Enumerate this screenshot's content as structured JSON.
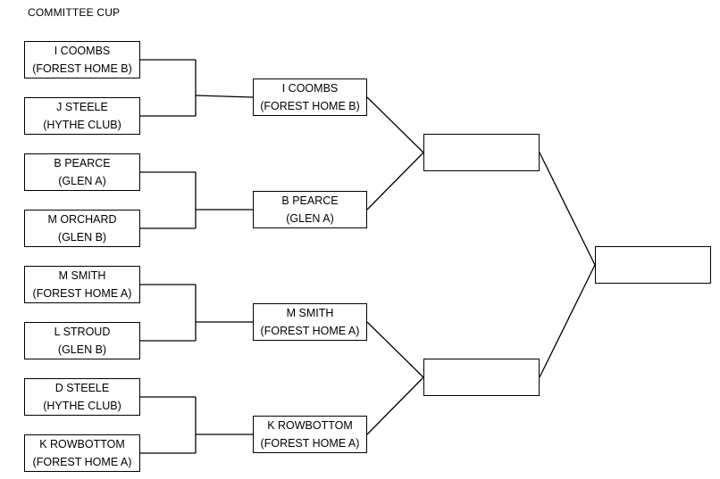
{
  "title": "COMMITTEE CUP",
  "round1": [
    {
      "name": "I COOMBS",
      "club": "(FOREST HOME B)"
    },
    {
      "name": "J STEELE",
      "club": "(HYTHE CLUB)"
    },
    {
      "name": "B PEARCE",
      "club": "(GLEN A)"
    },
    {
      "name": "M ORCHARD",
      "club": "(GLEN B)"
    },
    {
      "name": "M SMITH",
      "club": "(FOREST HOME A)"
    },
    {
      "name": "L STROUD",
      "club": "(GLEN B)"
    },
    {
      "name": "D STEELE",
      "club": "(HYTHE CLUB)"
    },
    {
      "name": "K ROWBOTTOM",
      "club": "(FOREST HOME A)"
    }
  ],
  "round2": [
    {
      "name": "I COOMBS",
      "club": "(FOREST HOME B)"
    },
    {
      "name": "B PEARCE",
      "club": "(GLEN A)"
    },
    {
      "name": "M SMITH",
      "club": "(FOREST HOME A)"
    },
    {
      "name": "K ROWBOTTOM",
      "club": "(FOREST HOME A)"
    }
  ],
  "semifinal": [
    {
      "name": "",
      "club": ""
    },
    {
      "name": "",
      "club": ""
    }
  ],
  "final": {
    "name": "",
    "club": ""
  }
}
